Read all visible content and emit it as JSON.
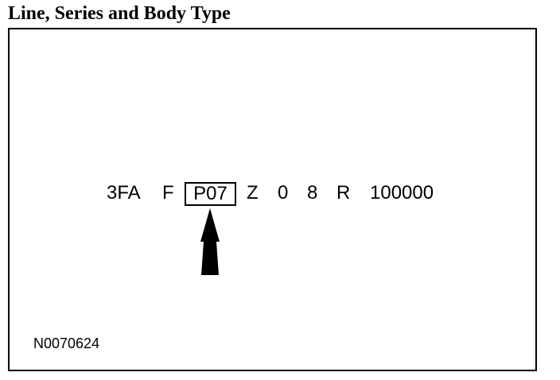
{
  "title": "Line, Series and Body Type",
  "vin": {
    "segments": [
      "3FA",
      "F",
      "P07",
      "Z",
      "0",
      "8",
      "R",
      "100000"
    ],
    "highlighted_segment": "P07"
  },
  "figure_code": "N0070624",
  "arrow_icon": "up-arrow-icon"
}
